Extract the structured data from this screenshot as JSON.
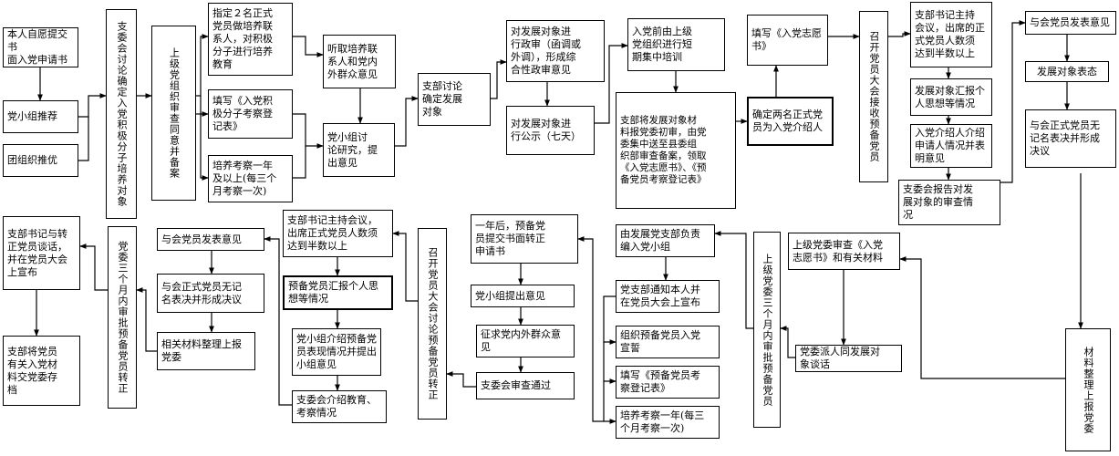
{
  "flowchart": {
    "nodes": {
      "apply": "本人自愿提交书\n面入党申请书",
      "group_recommend": "党小组推荐",
      "league_recommend": "团组织推优",
      "branch_discuss_activist": "支委会讨论确定入党积极分子培养对象",
      "superior_review_activist": "上级党组织审查同意并备案",
      "assign_contacts": "指定２名正式\n党员做培养联\n系人，对积极\n分子进行培养\n教育",
      "fill_activist_form": "填写《入党积\n极分子考察登\n记表》",
      "train_one_year": "培养考察一年\n及以上(每三个\n月考察一次)",
      "hear_opinions": "听取培养联\n系人和党内\n外群众意见",
      "group_discuss": "党小组讨\n论研究，提\n出意见",
      "branch_determine_target": "支部讨论\n确定发展\n对象",
      "political_review": "对发展对象进\n行政审（函调或\n外调），形成综\n合性政审意见",
      "publicity": "对发展对象进\n行公示（七天）",
      "short_training": "入党前由上级\n党组织进行短\n期集中培训",
      "report_preliminary": "支部将发展对象材\n料报党委初审，由党\n委集中送至县委组\n织部审查备案，领取\n《入党志愿书》、《预\n备党员考察登记表》",
      "fill_application": "填写《入党志愿\n书》",
      "choose_introducers": "确定两名正式党\n员为入党介绍人",
      "general_meeting_probation": "召开党员大会接收预备党员",
      "secretary_meeting_1": "支部书记主持\n会议，出席的正\n式党员人数须\n达到半数以上",
      "report_thoughts_1": "发展对象汇报个\n人思想等情况",
      "introducer_explain": "入党介绍人介绍\n申请人情况并表\n明意见",
      "committee_report": "支委会报告对发\n展对象的审查情\n况",
      "attendees_opinion_1": "与会党员发表意见",
      "target_statement": "发展对象表态",
      "vote_1": "与会正式党员无\n记名表决并形成\n决议",
      "materials_to_party": "材料整理上报党委",
      "superior_review_volunteer": "上级党委审查《入党\n志愿书》和有关材料",
      "committee_talk": "党委派人同发展对\n象谈话",
      "superior_approve_probation": "上级党委三个月内审批预备党员",
      "form_branch_group": "由发展党支部负责\n编入党小组",
      "announce_meeting": "党支部通知本人并\n在党员大会上宣布",
      "oath": "组织预备党员入党\n宣誓",
      "fill_probation_form": "填写《预备党员考\n察登记表》",
      "probation_one_year": "培养考察一年(每三\n个月考察一次)",
      "full_application": "一年后，预备党\n员提交书面转正\n申请书",
      "group_opinion": "党小组提出意见",
      "solicit_opinions": "征求党内外群众意\n见",
      "committee_pass": "支委会审查通过",
      "general_meeting_full": "召开党员大会讨论预备党员转正",
      "secretary_meeting_2": "支部书记主持会议，\n出席正式党员人数须\n达到半数以上",
      "report_thoughts_2": "预备党员汇报个人思\n想等情况",
      "group_introducer": "党小组介绍预备党\n员表现情况并提出\n小组意见",
      "introduce_education": "支委会介绍教育、\n考察情况",
      "attendees_opinion_2": "与会党员发表意见",
      "vote_2": "与会正式党员无记\n名表决并形成决议",
      "organize_report": "相关材料整理上报\n党委",
      "superior_approve_full": "党委三个月内审批预备党员转正",
      "secretary_talk": "支部书记与转\n正党员谈话，\n并在党员大会\n上宣布",
      "archive": "支部将党员\n有关入党材\n料交党委存\n档"
    }
  }
}
